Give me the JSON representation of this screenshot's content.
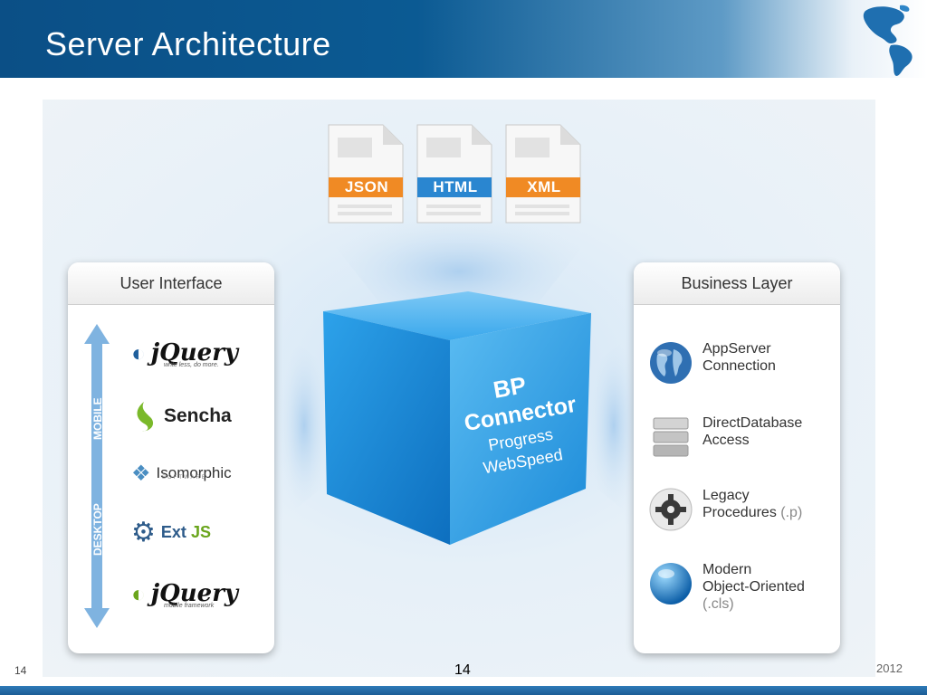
{
  "title": "Server Architecture",
  "user_interface_panel": {
    "heading": "User Interface",
    "axis_top": "MOBILE",
    "axis_bottom": "DESKTOP",
    "logos": [
      {
        "name": "jQuery",
        "tagline": "write less, do more."
      },
      {
        "name": "Sencha"
      },
      {
        "name": "Isomorphic",
        "tagline": "SOFTWARE"
      },
      {
        "name_a": "Ext",
        "name_b": "JS"
      },
      {
        "name": "jQuery",
        "tagline": "mobile framework"
      }
    ]
  },
  "documents": [
    {
      "label": "JSON",
      "color": "#f08a24"
    },
    {
      "label": "HTML",
      "color": "#2a86d0"
    },
    {
      "label": "XML",
      "color": "#f08a24"
    }
  ],
  "cube": {
    "line1": "BP",
    "line2": "Connector",
    "line3": "Progress",
    "line4": "WebSpeed"
  },
  "business_layer_panel": {
    "heading": "Business Layer",
    "items": [
      {
        "label": "AppServer\nConnection",
        "icon": "globe-icon"
      },
      {
        "label": "DirectDatabase\nAccess",
        "icon": "database-icon"
      },
      {
        "label": "Legacy\nProcedures",
        "suffix": " (.p)",
        "icon": "gear-icon"
      },
      {
        "label": "Modern\nObject-Oriented",
        "suffix": "(.cls)",
        "icon": "sphere-icon"
      }
    ]
  },
  "footer": {
    "page_left": "14",
    "page_center": "14",
    "year": "2012"
  },
  "colors": {
    "title_bar": "#0b4f86",
    "cube": "#1e9be6",
    "bottom_bar": "#1b5c95"
  }
}
